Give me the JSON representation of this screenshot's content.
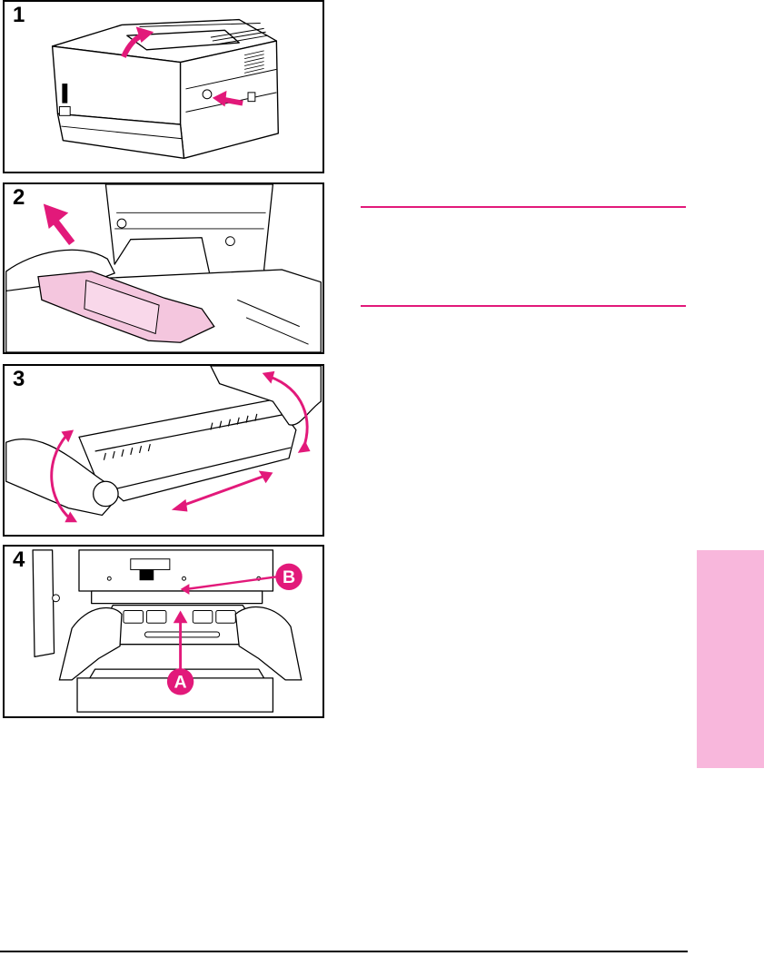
{
  "steps": [
    {
      "number": "1"
    },
    {
      "number": "2"
    },
    {
      "number": "3"
    },
    {
      "number": "4"
    }
  ],
  "callouts": {
    "a": "A",
    "b": "B"
  },
  "colors": {
    "accent": "#e2197a",
    "tab": "#f8b7dc",
    "cartridge": "#f4c6de",
    "line": "#000000"
  },
  "icons": [
    "lift-arrow-icon",
    "push-arrow-icon",
    "rock-arrow-icon",
    "insert-arrow-icon"
  ]
}
